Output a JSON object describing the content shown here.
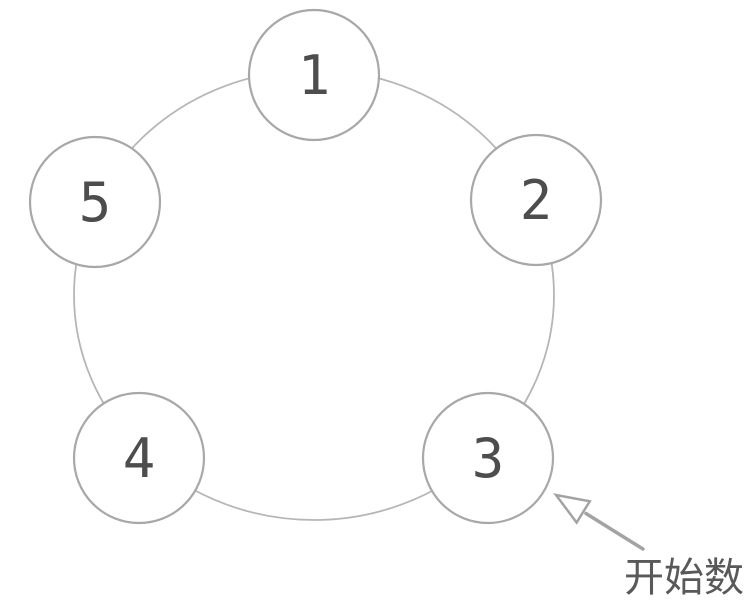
{
  "diagram": {
    "title": "counting-circle",
    "nodes": [
      {
        "label": "1"
      },
      {
        "label": "2"
      },
      {
        "label": "3"
      },
      {
        "label": "4"
      },
      {
        "label": "5"
      }
    ],
    "annotation": {
      "label": "开始数",
      "points_to_node": "3"
    },
    "colors": {
      "background": "#ffffff",
      "ring_stroke": "#b6b6b6",
      "node_border": "#a8a8a8",
      "node_fill": "#ffffff",
      "number_text": "#4d4d4d",
      "arrow": "#a3a3a3",
      "annotation_text": "#595959"
    }
  }
}
